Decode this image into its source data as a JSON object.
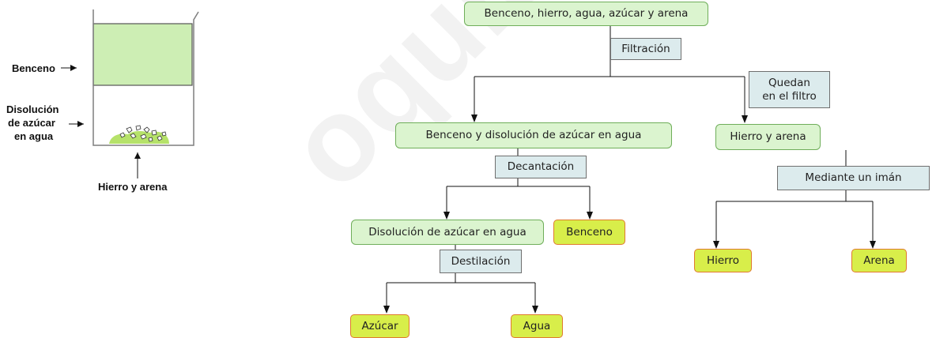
{
  "watermark": "oquieroapr",
  "beaker": {
    "label_benceno": "Benceno",
    "label_disolucion": [
      "Disolución",
      "de azúcar",
      "en agua"
    ],
    "label_solids": "Hierro y arena"
  },
  "diagram": {
    "root": "Benceno, hierro, agua, azúcar y arena",
    "step_filtracion": "Filtración",
    "step_quedan": [
      "Quedan",
      "en el filtro"
    ],
    "node_benceno_disolucion": "Benceno y disolución de azúcar en agua",
    "node_hierro_arena": "Hierro y arena",
    "step_decantacion": "Decantación",
    "step_iman": "Mediante un imán",
    "node_disolucion": "Disolución de azúcar en agua",
    "leaf_benceno": "Benceno",
    "step_destilacion": "Destilación",
    "leaf_hierro": "Hierro",
    "leaf_arena": "Arena",
    "leaf_azucar": "Azúcar",
    "leaf_agua": "Agua"
  },
  "colors": {
    "green_box": "#dbf4cf",
    "yellow_box": "#d8ee4a",
    "process_box": "#dcebed",
    "beaker_liquid": "#cdeeb4"
  }
}
